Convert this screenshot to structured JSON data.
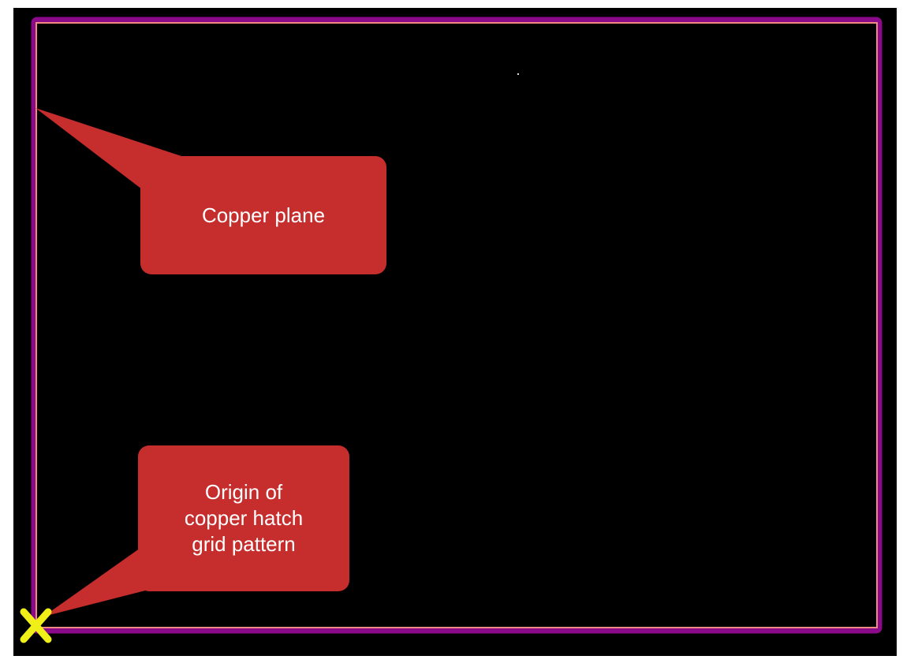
{
  "callouts": {
    "copper_plane": "Copper plane",
    "origin": [
      "Origin of",
      "copper hatch",
      "grid pattern"
    ]
  },
  "icons": {
    "origin_marker": "x-origin-marker-icon"
  },
  "colors": {
    "background": "#000000",
    "board_outline": "#8a0a8a",
    "plane_edge": "#f08a80",
    "callout": "#c62d2d",
    "origin_marker": "#f0f018"
  }
}
